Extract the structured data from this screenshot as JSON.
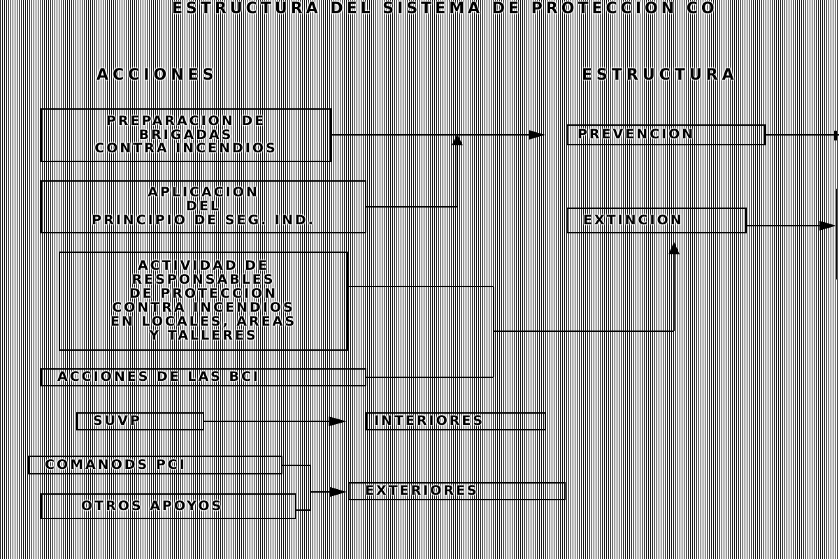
{
  "title": "ESTRUCTURA DEL SISTEMA DE PROTECCION CO",
  "headings": {
    "acciones": "ACCIONES",
    "estructura": "ESTRUCTURA"
  },
  "boxes": {
    "preparacion": [
      "PREPARACION DE",
      "BRIGADAS",
      "CONTRA INCENDIOS"
    ],
    "aplicacion": [
      "APLICACION",
      "DEL",
      "PRINCIPIO DE SEG. IND."
    ],
    "actividad": [
      "ACTIVIDAD DE",
      "RESPONSABLES",
      "DE PROTECCION",
      "CONTRA INCENDIOS",
      "EN LOCALES, AREAS",
      "Y TALLERES"
    ],
    "acciones_bci": "ACCIONES DE LAS BCI",
    "suvp": "SUVP",
    "comandos": "COMANODS PCI",
    "otros": "OTROS APOYOS",
    "prevencion": "PREVENCION",
    "extincion": "EXTINCION",
    "interiores": "INTERIORES",
    "exteriores": "EXTERIORES"
  },
  "colors": {
    "ink": "#000000",
    "background": "#ffffff",
    "stripes": "#111111"
  }
}
